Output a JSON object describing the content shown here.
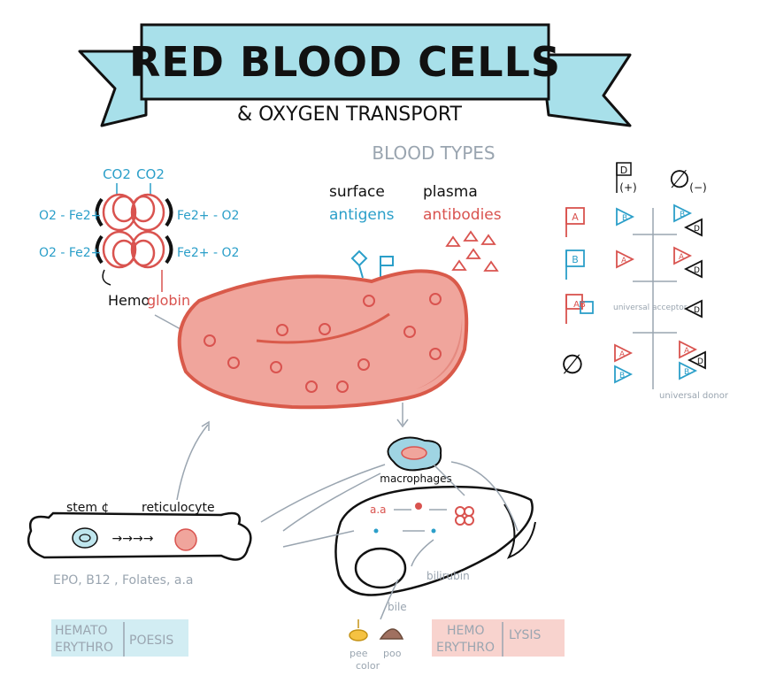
{
  "title": {
    "main": "RED BLOOD CELLS",
    "sub": "& OXYGEN TRANSPORT"
  },
  "hemoglobin": {
    "co2_left": "CO2",
    "co2_right": "CO2",
    "top_left": "O2 - Fe2+",
    "top_right": "Fe2+ - O2",
    "bottom_left": "O2 - Fe2+",
    "bottom_right": "Fe2+ - O2",
    "label_hemo": "Hemo",
    "label_globin": "globin"
  },
  "surface": {
    "surface_word": "surface",
    "antigens_word": "antigens",
    "plasma_word": "plasma",
    "antibodies_word": "antibodies"
  },
  "blood_types": {
    "header": "BLOOD TYPES",
    "col_d_pos": "(+)",
    "col_d_letter": "D",
    "col_o_neg": "(−)",
    "rows": [
      {
        "type": "A"
      },
      {
        "type": "B"
      },
      {
        "type": "AB"
      },
      {
        "type": "O"
      }
    ],
    "universal_acceptor": "universal acceptor",
    "universal_donor": "universal donor"
  },
  "macrophage": {
    "label": "macrophages"
  },
  "bone": {
    "stem_label": "stem ¢",
    "reticulocyte_label": "reticulocyte",
    "nutrients": "EPO, B12 , Folates, a.a"
  },
  "liver": {
    "aa": "a.a",
    "bilirubin": "bilirubin",
    "bile": "bile",
    "pee": "pee",
    "color": "color",
    "poo": "poo"
  },
  "labels": {
    "hemato": "HEMATO",
    "erythro_left": "ERYTHRO",
    "poesis": "POESIS",
    "hemo_right": "HEMO",
    "erythro_right": "ERYTHRO",
    "lysis": "LYSIS"
  },
  "colors": {
    "banner": "#a8e0ea",
    "rbc_fill": "#f0a59c",
    "rbc_stroke": "#d95a4a",
    "blue": "#2b9fc9",
    "red": "#d9534f",
    "muted": "#9aa5b0",
    "hemato_bg": "#bfe6ee",
    "lysis_bg": "#f6c8c2"
  }
}
